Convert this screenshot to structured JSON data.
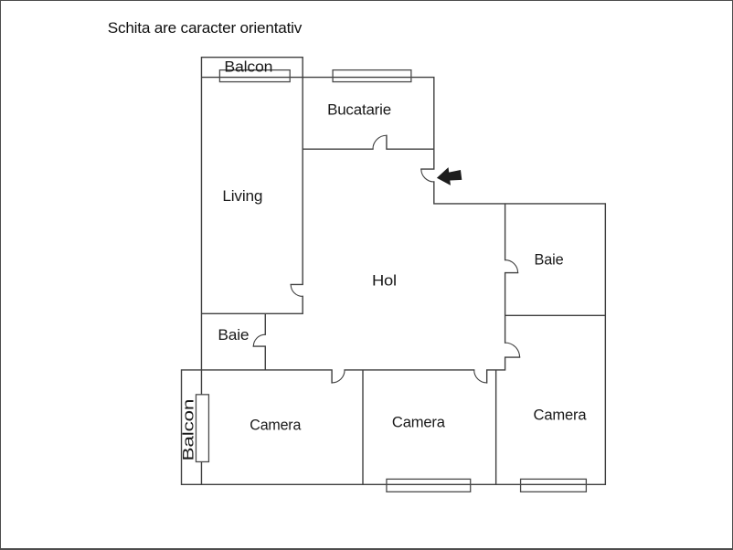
{
  "title": "Schita are caracter orientativ",
  "floor_plan": {
    "rooms": {
      "balcon_top": {
        "label": "Balcon"
      },
      "bucatarie": {
        "label": "Bucatarie"
      },
      "living": {
        "label": "Living"
      },
      "hol": {
        "label": "Hol"
      },
      "baie_right": {
        "label": "Baie"
      },
      "baie_left": {
        "label": "Baie"
      },
      "camera_left": {
        "label": "Camera"
      },
      "camera_middle": {
        "label": "Camera"
      },
      "camera_right": {
        "label": "Camera"
      },
      "balcon_left": {
        "label": "Balcon"
      }
    },
    "icons": {
      "entrance_arrow": "left-block-arrow"
    },
    "colors": {
      "wall": "#3f3f3f",
      "text": "#1a1a1a",
      "background": "#ffffff",
      "border": "#4d4d4d",
      "arrow": "#1d1d1d"
    }
  }
}
